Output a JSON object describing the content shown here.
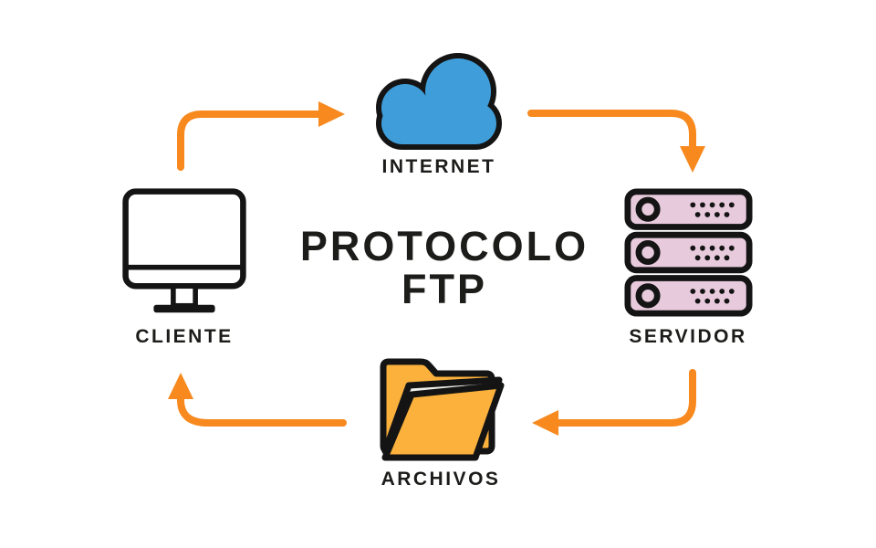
{
  "title": {
    "line1": "PROTOCOLO",
    "line2": "FTP"
  },
  "nodes": {
    "internet": {
      "label": "INTERNET",
      "icon": "cloud-icon"
    },
    "servidor": {
      "label": "SERVIDOR",
      "icon": "server-icon"
    },
    "archivos": {
      "label": "ARCHIVOS",
      "icon": "folder-icon"
    },
    "cliente": {
      "label": "CLIENTE",
      "icon": "monitor-icon"
    }
  },
  "arrows": [
    {
      "from": "CLIENTE",
      "to": "INTERNET"
    },
    {
      "from": "INTERNET",
      "to": "SERVIDOR"
    },
    {
      "from": "SERVIDOR",
      "to": "ARCHIVOS"
    },
    {
      "from": "ARCHIVOS",
      "to": "CLIENTE"
    }
  ],
  "colors": {
    "arrow": "#F7891E",
    "cloud": "#3F9EDA",
    "server": "#E7CADC",
    "folder": "#FBB13C",
    "paper": "#EFEFEA",
    "ink": "#141414",
    "text": "#1C1C1A",
    "background": "#FFFFFF"
  }
}
